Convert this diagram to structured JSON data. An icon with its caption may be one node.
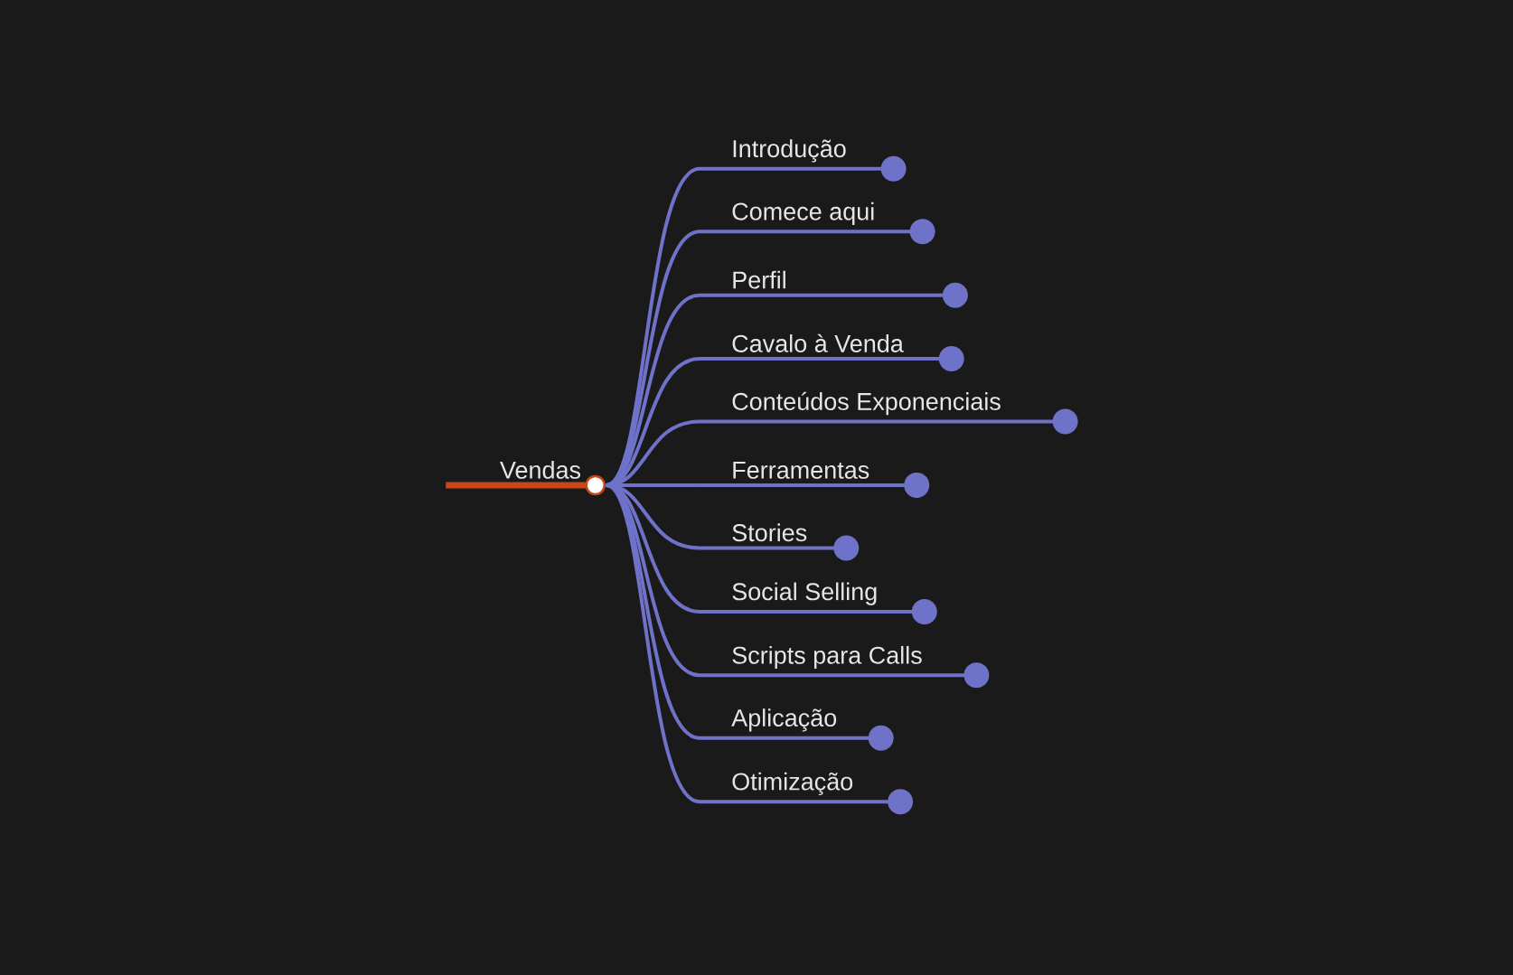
{
  "diagram": {
    "nodes": [
      {
        "text": [
          "Vendas"
        ]
      },
      {
        "text": [
          "Introdução"
        ]
      },
      {
        "text": [
          "Comece aqui"
        ]
      },
      {
        "text": [
          "Perfil"
        ]
      },
      {
        "text": [
          "Cavalo à Venda"
        ]
      },
      {
        "text": [
          "Conteúdos Exponenciais"
        ]
      },
      {
        "text": [
          "Ferramentas"
        ]
      },
      {
        "text": [
          "Stories"
        ]
      },
      {
        "text": [
          "Social Selling"
        ]
      },
      {
        "text": [
          "Scripts para Calls"
        ]
      },
      {
        "text": [
          "Aplicação"
        ]
      },
      {
        "text": [
          "Otimização"
        ]
      }
    ],
    "edges": [
      {
        "from": 0,
        "to": 1,
        "arrow": "none"
      },
      {
        "from": 0,
        "to": 2,
        "arrow": "none"
      },
      {
        "from": 0,
        "to": 3,
        "arrow": "none"
      },
      {
        "from": 0,
        "to": 4,
        "arrow": "none"
      },
      {
        "from": 0,
        "to": 5,
        "arrow": "none"
      },
      {
        "from": 0,
        "to": 6,
        "arrow": "none"
      },
      {
        "from": 0,
        "to": 7,
        "arrow": "none"
      },
      {
        "from": 0,
        "to": 8,
        "arrow": "none"
      },
      {
        "from": 0,
        "to": 9,
        "arrow": "none"
      },
      {
        "from": 0,
        "to": 10,
        "arrow": "none"
      },
      {
        "from": 0,
        "to": 11,
        "arrow": "none"
      }
    ]
  }
}
